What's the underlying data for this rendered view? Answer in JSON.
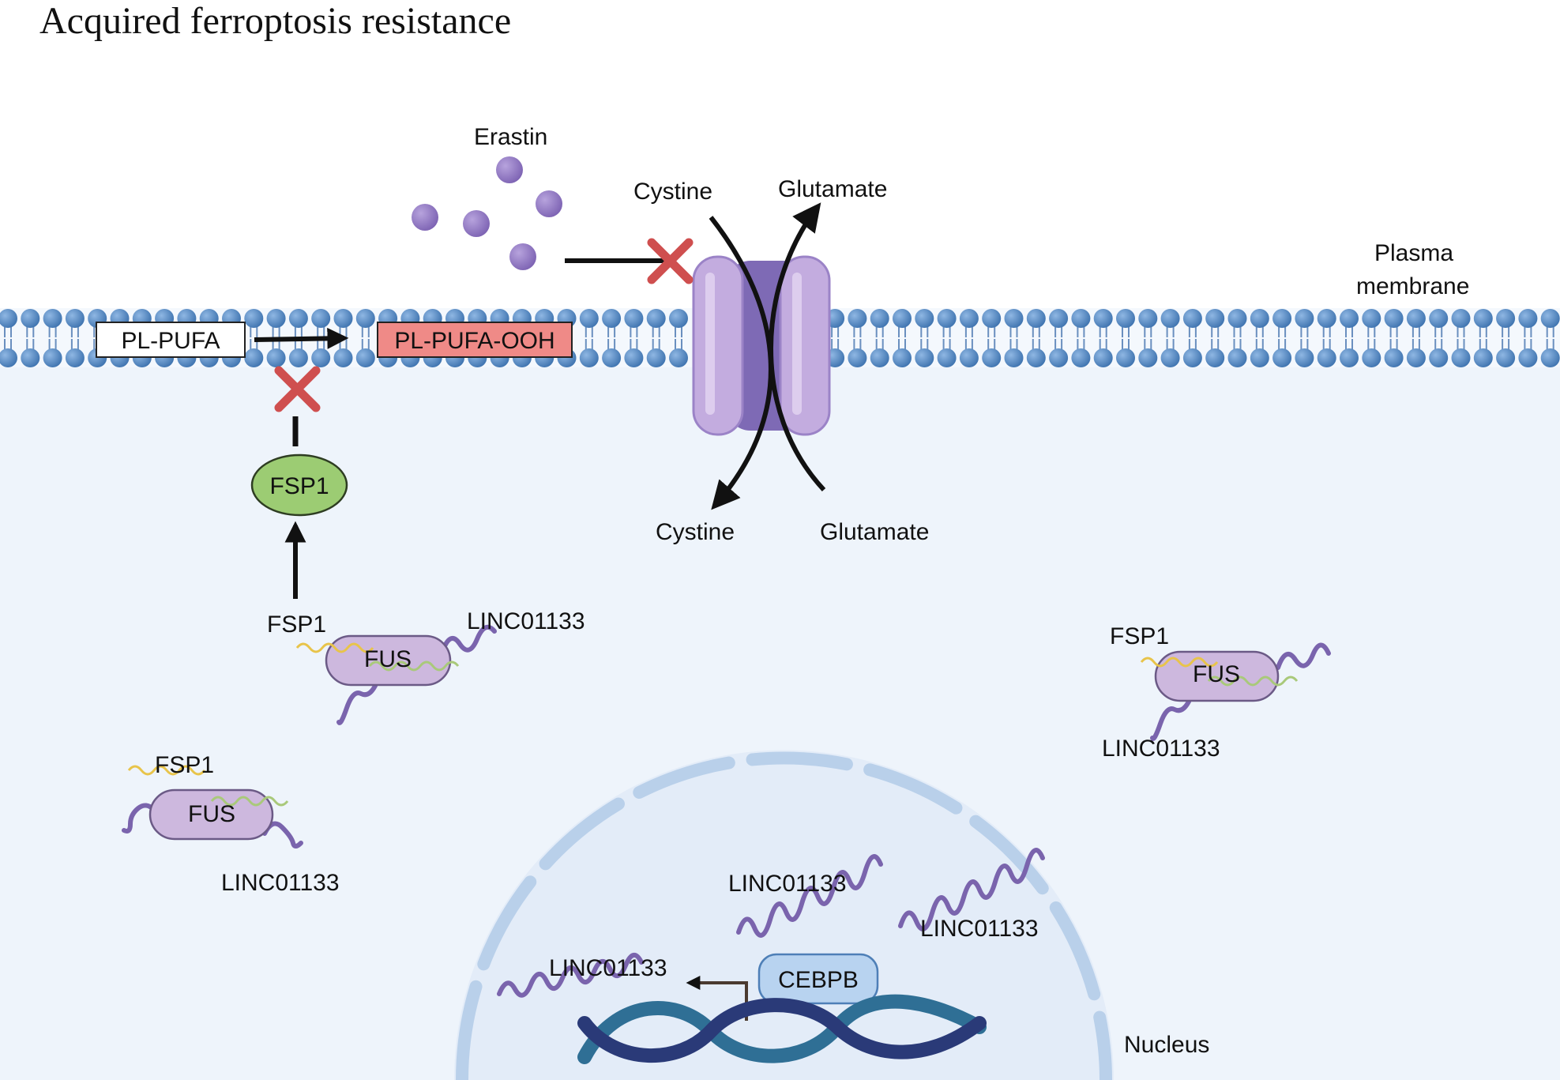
{
  "title": "Acquired ferroptosis resistance",
  "labels": {
    "erastin": "Erastin",
    "cystine_out": "Cystine",
    "glutamate_out": "Glutamate",
    "cystine_in": "Cystine",
    "glutamate_in": "Glutamate",
    "plasma_membrane_1": "Plasma",
    "plasma_membrane_2": "membrane",
    "nucleus": "Nucleus"
  },
  "membrane_boxes": {
    "pl_pufa": "PL-PUFA",
    "pl_pufa_ooh": "PL-PUFA-OOH"
  },
  "fsp1_protein": "FSP1",
  "complexes": [
    {
      "fsp1": "FSP1",
      "fus": "FUS",
      "linc": "LINC01133"
    },
    {
      "fsp1": "FSP1",
      "fus": "FUS",
      "linc": "LINC01133"
    },
    {
      "fsp1": "FSP1",
      "fus": "FUS",
      "linc": "LINC01133"
    }
  ],
  "nucleus_rna": [
    "LINC01133",
    "LINC01133",
    "LINC01133"
  ],
  "cebpb": "CEBPB",
  "colors": {
    "cytoplasm": "#eef4fb",
    "nucleus_fill": "#e3ecf8",
    "nucleus_envelope": "#b9d0ea",
    "lipid_head": "#5b8fc9",
    "pl_pufa_ooh_fill": "#ef8a87",
    "fsp1_fill": "#9ccc73",
    "fus_fill": "#cdb8de",
    "erastin": "#8e73bf",
    "transporter": "#b9a2d6",
    "inhibit_x": "#cf4f4f",
    "rna_purple": "#7a64ad",
    "rna_yellow": "#e8c44a",
    "rna_green": "#a9c97a",
    "cebpb_fill": "#b8d3f0",
    "dna_dark": "#2a3a78",
    "dna_teal": "#2f6f95"
  },
  "icons": [
    "erastin-molecule",
    "xc-transporter",
    "inhibition-cross",
    "dna-helix",
    "lipid-bilayer"
  ]
}
